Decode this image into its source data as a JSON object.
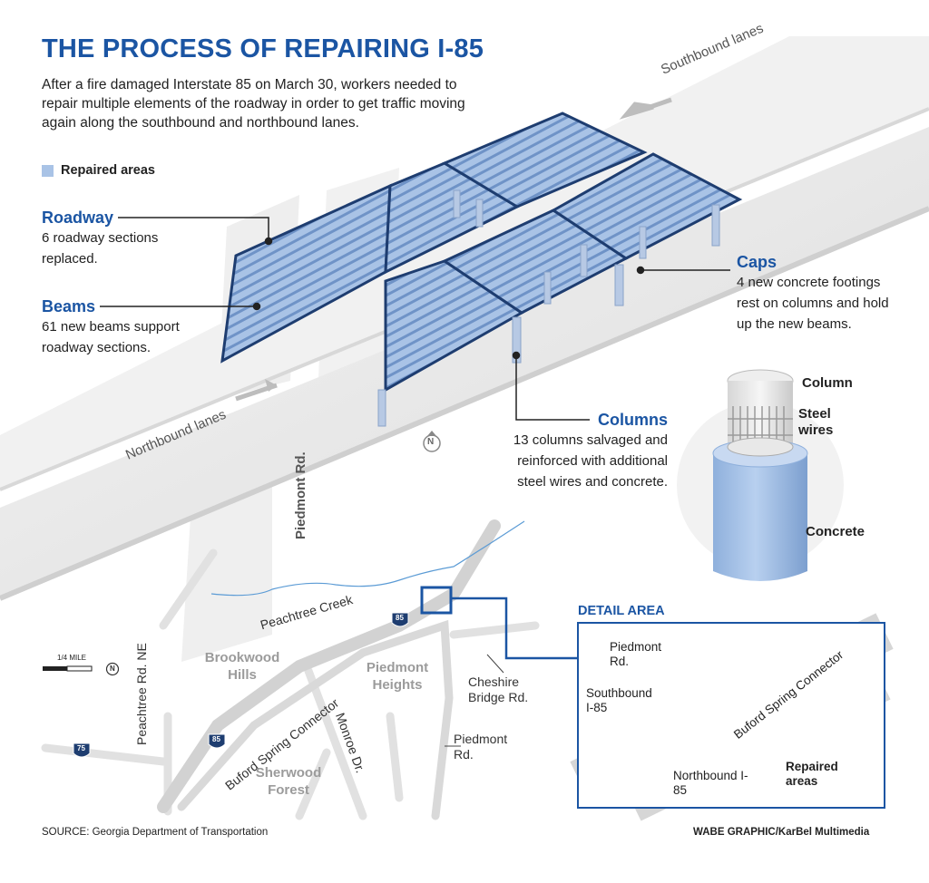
{
  "title": "THE PROCESS OF REPAIRING I-85",
  "intro": "After a fire damaged Interstate 85 on March 30, workers needed to repair multiple elements of the roadway in order to get traffic moving again along the southbound and northbound lanes.",
  "legend": {
    "repaired_label": "Repaired areas",
    "color": "#a9c3e6"
  },
  "callouts": {
    "roadway": {
      "heading": "Roadway",
      "text": "6 roadway sections replaced."
    },
    "beams": {
      "heading": "Beams",
      "text": "61 new beams support roadway sections."
    },
    "caps": {
      "heading": "Caps",
      "text": "4 new concrete footings rest on columns and hold up the new beams."
    },
    "columns": {
      "heading": "Columns",
      "text": "13 columns salvaged and reinforced with additional steel wires and concrete."
    }
  },
  "lanes": {
    "southbound": "Southbound lanes",
    "northbound": "Northbound lanes"
  },
  "street_labels": {
    "piedmont_rd_scene": "Piedmont Rd."
  },
  "north_symbol": "N",
  "column_detail": {
    "column": "Column",
    "steel_wires": "Steel wires",
    "concrete": "Concrete"
  },
  "map": {
    "scale": "1/4 MILE",
    "creek": "Peachtree Creek",
    "interstate_85": "85",
    "interstate_75": "75",
    "roads": {
      "peachtree_rd": "Peachtree Rd. NE",
      "buford_spring": "Buford Spring Connector",
      "monroe": "Monroe Dr.",
      "cheshire": "Cheshire Bridge Rd.",
      "piedmont": "Piedmont Rd."
    },
    "neighborhoods": {
      "brookwood": "Brookwood Hills",
      "piedmont_heights": "Piedmont Heights",
      "sherwood": "Sherwood Forest"
    }
  },
  "detail": {
    "title": "DETAIL AREA",
    "piedmont": "Piedmont Rd.",
    "southbound": "Southbound I-85",
    "northbound": "Northbound I-85",
    "buford": "Buford Spring Connector",
    "repaired": "Repaired areas",
    "repaired_color": "#1b55a3"
  },
  "footer": {
    "source": "SOURCE: Georgia Department of Transportation",
    "credit": "WABE GRAPHIC/KarBel Multimedia"
  },
  "colors": {
    "accent": "#1b55a3",
    "repaired_light": "#a9c3e6",
    "road_gray": "#e2e2e2",
    "creek": "#5b9bd5"
  }
}
